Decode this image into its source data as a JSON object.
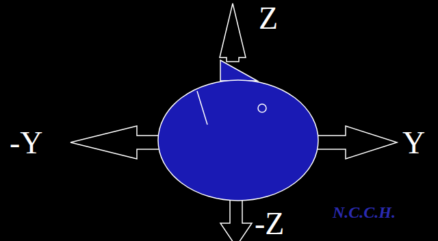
{
  "diagram": {
    "labels": [
      "Z",
      "-Y",
      "Y",
      "-Z",
      "N.C.C.H."
    ]
  }
}
